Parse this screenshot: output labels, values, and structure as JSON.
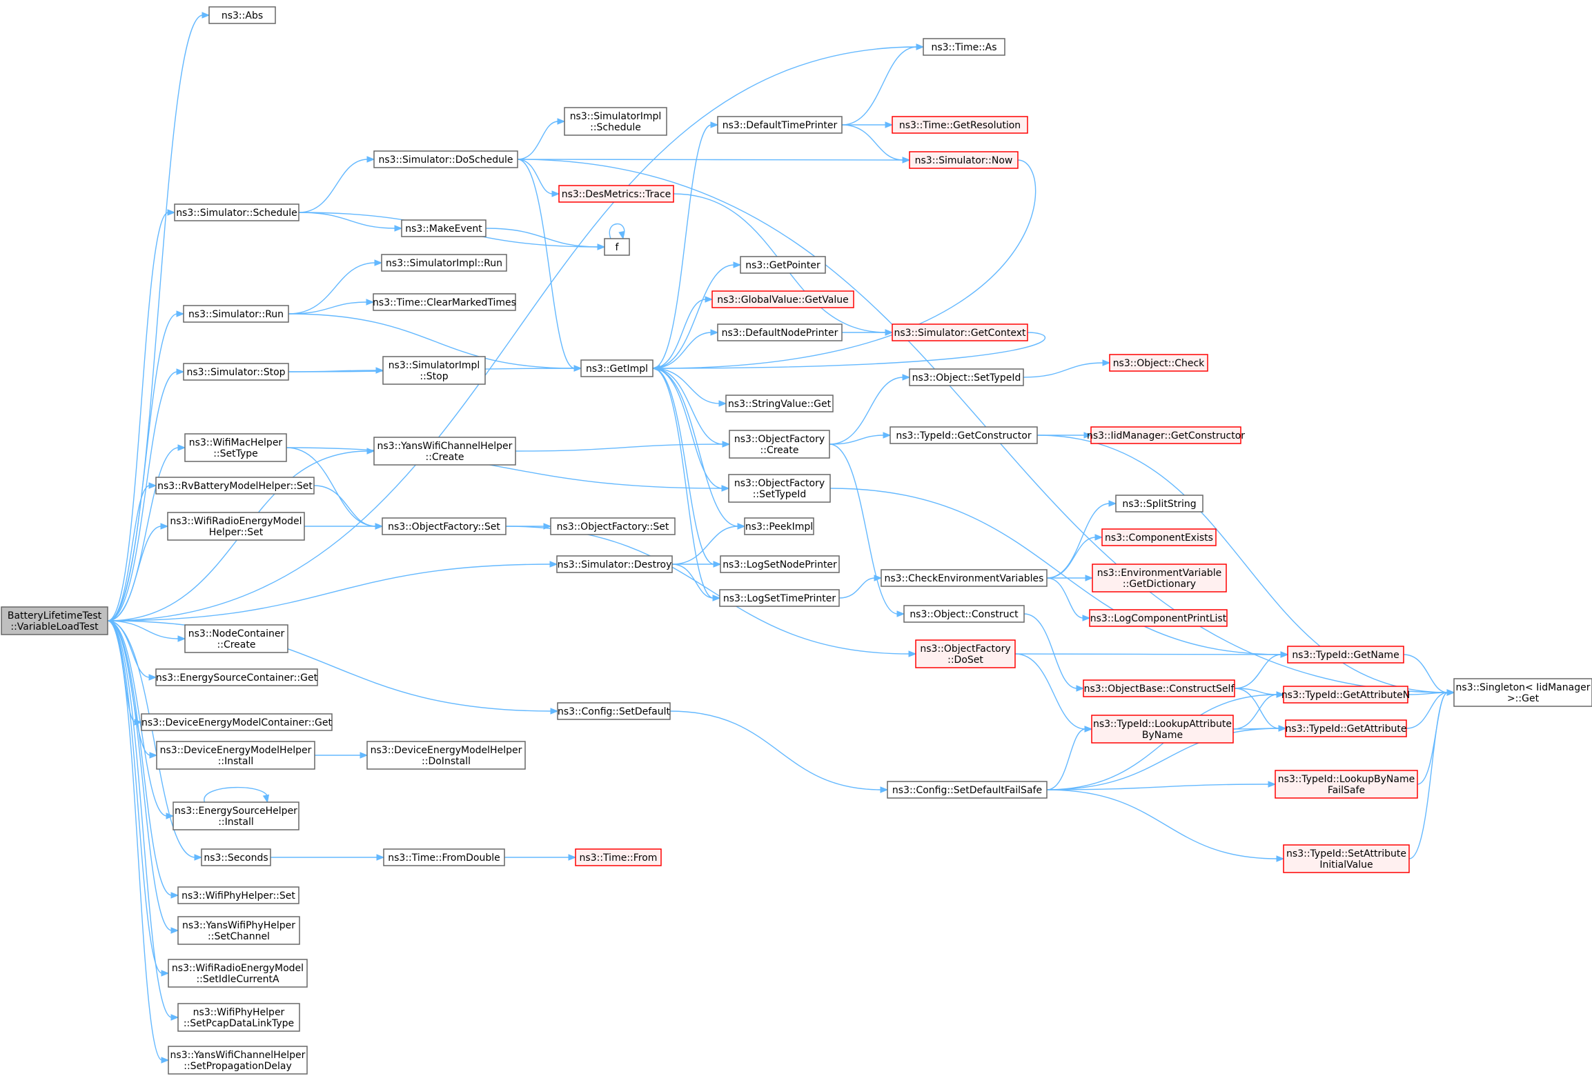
{
  "diagram": {
    "nodes": [
      {
        "id": "root",
        "lines": [
          "BatteryLifetimeTest",
          "::VariableLoadTest"
        ],
        "style": "gray"
      },
      {
        "id": "abs",
        "lines": [
          "ns3::Abs"
        ],
        "style": "plain"
      },
      {
        "id": "timeAs",
        "lines": [
          "ns3::Time::As"
        ],
        "style": "plain"
      },
      {
        "id": "singletonGet",
        "lines": [
          "ns3::Singleton< IidManager",
          ">::Get"
        ],
        "style": "plain"
      },
      {
        "id": "simDoSchedule",
        "lines": [
          "ns3::Simulator::DoSchedule"
        ],
        "style": "plain"
      },
      {
        "id": "simImplSchedule",
        "lines": [
          "ns3::SimulatorImpl",
          "::Schedule"
        ],
        "style": "plain"
      },
      {
        "id": "defaultTimePrinter",
        "lines": [
          "ns3::DefaultTimePrinter"
        ],
        "style": "plain"
      },
      {
        "id": "timeGetResolution",
        "lines": [
          "ns3::Time::GetResolution"
        ],
        "style": "red"
      },
      {
        "id": "simNow",
        "lines": [
          "ns3::Simulator::Now"
        ],
        "style": "red"
      },
      {
        "id": "desMetricsTrace",
        "lines": [
          "ns3::DesMetrics::Trace"
        ],
        "style": "red"
      },
      {
        "id": "simSchedule",
        "lines": [
          "ns3::Simulator::Schedule"
        ],
        "style": "plain"
      },
      {
        "id": "makeEvent",
        "lines": [
          "ns3::MakeEvent"
        ],
        "style": "plain"
      },
      {
        "id": "f",
        "lines": [
          "f"
        ],
        "style": "plain"
      },
      {
        "id": "simImplRun",
        "lines": [
          "ns3::SimulatorImpl::Run"
        ],
        "style": "plain"
      },
      {
        "id": "timeClearMarked",
        "lines": [
          "ns3::Time::ClearMarkedTimes"
        ],
        "style": "plain"
      },
      {
        "id": "simRun",
        "lines": [
          "ns3::Simulator::Run"
        ],
        "style": "plain"
      },
      {
        "id": "getPointer",
        "lines": [
          "ns3::GetPointer"
        ],
        "style": "plain"
      },
      {
        "id": "globalGetValue",
        "lines": [
          "ns3::GlobalValue::GetValue"
        ],
        "style": "red"
      },
      {
        "id": "defaultNodePrinter",
        "lines": [
          "ns3::DefaultNodePrinter"
        ],
        "style": "plain"
      },
      {
        "id": "simGetContext",
        "lines": [
          "ns3::Simulator::GetContext"
        ],
        "style": "red"
      },
      {
        "id": "simStop",
        "lines": [
          "ns3::Simulator::Stop"
        ],
        "style": "plain"
      },
      {
        "id": "simImplStop",
        "lines": [
          "ns3::SimulatorImpl",
          "::Stop"
        ],
        "style": "plain"
      },
      {
        "id": "getImpl",
        "lines": [
          "ns3::GetImpl"
        ],
        "style": "plain"
      },
      {
        "id": "objSetTypeId",
        "lines": [
          "ns3::Object::SetTypeId"
        ],
        "style": "plain"
      },
      {
        "id": "objCheck",
        "lines": [
          "ns3::Object::Check"
        ],
        "style": "red"
      },
      {
        "id": "stringValueGet",
        "lines": [
          "ns3::StringValue::Get"
        ],
        "style": "plain"
      },
      {
        "id": "wifiMacSetType",
        "lines": [
          "ns3::WifiMacHelper",
          "::SetType"
        ],
        "style": "plain"
      },
      {
        "id": "yansChanCreate",
        "lines": [
          "ns3::YansWifiChannelHelper",
          "::Create"
        ],
        "style": "plain"
      },
      {
        "id": "objFactoryCreate",
        "lines": [
          "ns3::ObjectFactory",
          "::Create"
        ],
        "style": "plain"
      },
      {
        "id": "typeIdGetCtor",
        "lines": [
          "ns3::TypeId::GetConstructor"
        ],
        "style": "plain"
      },
      {
        "id": "iidGetCtor",
        "lines": [
          "ns3::IidManager::GetConstructor"
        ],
        "style": "red"
      },
      {
        "id": "rvBatterySet",
        "lines": [
          "ns3::RvBatteryModelHelper::Set"
        ],
        "style": "plain"
      },
      {
        "id": "objFactorySetTypeId",
        "lines": [
          "ns3::ObjectFactory",
          "::SetTypeId"
        ],
        "style": "plain"
      },
      {
        "id": "splitString",
        "lines": [
          "ns3::SplitString"
        ],
        "style": "plain"
      },
      {
        "id": "wifiRadioSet",
        "lines": [
          "ns3::WifiRadioEnergyModel",
          "Helper::Set"
        ],
        "style": "plain"
      },
      {
        "id": "objFactorySet",
        "lines": [
          "ns3::ObjectFactory::Set"
        ],
        "style": "plain"
      },
      {
        "id": "objFactorySet2",
        "lines": [
          "ns3::ObjectFactory::Set"
        ],
        "style": "plain"
      },
      {
        "id": "peekImpl",
        "lines": [
          "ns3::PeekImpl"
        ],
        "style": "plain"
      },
      {
        "id": "componentExists",
        "lines": [
          "ns3::ComponentExists"
        ],
        "style": "red"
      },
      {
        "id": "simDestroy",
        "lines": [
          "ns3::Simulator::Destroy"
        ],
        "style": "plain"
      },
      {
        "id": "logSetNodePrinter",
        "lines": [
          "ns3::LogSetNodePrinter"
        ],
        "style": "plain"
      },
      {
        "id": "envGetDict",
        "lines": [
          "ns3::EnvironmentVariable",
          "::GetDictionary"
        ],
        "style": "red"
      },
      {
        "id": "checkEnvVars",
        "lines": [
          "ns3::CheckEnvironmentVariables"
        ],
        "style": "plain"
      },
      {
        "id": "logSetTimePrinter",
        "lines": [
          "ns3::LogSetTimePrinter"
        ],
        "style": "plain"
      },
      {
        "id": "logCompPrintList",
        "lines": [
          "ns3::LogComponentPrintList"
        ],
        "style": "red"
      },
      {
        "id": "objConstruct",
        "lines": [
          "ns3::Object::Construct"
        ],
        "style": "plain"
      },
      {
        "id": "nodeContCreate",
        "lines": [
          "ns3::NodeContainer",
          "::Create"
        ],
        "style": "plain"
      },
      {
        "id": "objFactoryDoSet",
        "lines": [
          "ns3::ObjectFactory",
          "::DoSet"
        ],
        "style": "red"
      },
      {
        "id": "typeIdGetName",
        "lines": [
          "ns3::TypeId::GetName"
        ],
        "style": "red"
      },
      {
        "id": "energySrcContGet",
        "lines": [
          "ns3::EnergySourceContainer::Get"
        ],
        "style": "plain"
      },
      {
        "id": "objBaseConstructSelf",
        "lines": [
          "ns3::ObjectBase::ConstructSelf"
        ],
        "style": "red"
      },
      {
        "id": "typeIdGetAttrN",
        "lines": [
          "ns3::TypeId::GetAttributeN"
        ],
        "style": "red"
      },
      {
        "id": "configSetDefault",
        "lines": [
          "ns3::Config::SetDefault"
        ],
        "style": "plain"
      },
      {
        "id": "devEnergyContGet",
        "lines": [
          "ns3::DeviceEnergyModelContainer::Get"
        ],
        "style": "plain"
      },
      {
        "id": "typeIdLookupAttr",
        "lines": [
          "ns3::TypeId::LookupAttribute",
          "ByName"
        ],
        "style": "red"
      },
      {
        "id": "typeIdGetAttr",
        "lines": [
          "ns3::TypeId::GetAttribute"
        ],
        "style": "red"
      },
      {
        "id": "devEnergyInstall",
        "lines": [
          "ns3::DeviceEnergyModelHelper",
          "::Install"
        ],
        "style": "plain"
      },
      {
        "id": "devEnergyDoInstall",
        "lines": [
          "ns3::DeviceEnergyModelHelper",
          "::DoInstall"
        ],
        "style": "plain"
      },
      {
        "id": "configSetDefaultFS",
        "lines": [
          "ns3::Config::SetDefaultFailSafe"
        ],
        "style": "plain"
      },
      {
        "id": "energySrcInstall",
        "lines": [
          "ns3::EnergySourceHelper",
          "::Install"
        ],
        "style": "plain"
      },
      {
        "id": "typeIdLookupByNameFS",
        "lines": [
          "ns3::TypeId::LookupByName",
          "FailSafe"
        ],
        "style": "red"
      },
      {
        "id": "seconds",
        "lines": [
          "ns3::Seconds"
        ],
        "style": "plain"
      },
      {
        "id": "timeFromDouble",
        "lines": [
          "ns3::Time::FromDouble"
        ],
        "style": "plain"
      },
      {
        "id": "timeFrom",
        "lines": [
          "ns3::Time::From"
        ],
        "style": "red"
      },
      {
        "id": "typeIdSetAttrInit",
        "lines": [
          "ns3::TypeId::SetAttribute",
          "InitialValue"
        ],
        "style": "red"
      },
      {
        "id": "wifiPhySet",
        "lines": [
          "ns3::WifiPhyHelper::Set"
        ],
        "style": "plain"
      },
      {
        "id": "yansPhySetChannel",
        "lines": [
          "ns3::YansWifiPhyHelper",
          "::SetChannel"
        ],
        "style": "plain"
      },
      {
        "id": "wifiRadioSetIdle",
        "lines": [
          "ns3::WifiRadioEnergyModel",
          "::SetIdleCurrentA"
        ],
        "style": "plain"
      },
      {
        "id": "wifiPhySetPcap",
        "lines": [
          "ns3::WifiPhyHelper",
          "::SetPcapDataLinkType"
        ],
        "style": "plain"
      },
      {
        "id": "yansChanSetProp",
        "lines": [
          "ns3::YansWifiChannelHelper",
          "::SetPropagationDelay"
        ],
        "style": "plain"
      }
    ],
    "edges": [
      [
        "root",
        "abs"
      ],
      [
        "root",
        "timeAs"
      ],
      [
        "root",
        "simSchedule"
      ],
      [
        "root",
        "simRun"
      ],
      [
        "root",
        "simStop"
      ],
      [
        "root",
        "yansChanCreate"
      ],
      [
        "root",
        "wifiMacSetType"
      ],
      [
        "root",
        "rvBatterySet"
      ],
      [
        "root",
        "wifiRadioSet"
      ],
      [
        "root",
        "simDestroy"
      ],
      [
        "root",
        "nodeContCreate"
      ],
      [
        "root",
        "energySrcContGet"
      ],
      [
        "root",
        "devEnergyContGet"
      ],
      [
        "root",
        "configSetDefault"
      ],
      [
        "root",
        "devEnergyInstall"
      ],
      [
        "root",
        "energySrcInstall"
      ],
      [
        "root",
        "seconds"
      ],
      [
        "root",
        "wifiPhySet"
      ],
      [
        "root",
        "yansPhySetChannel"
      ],
      [
        "root",
        "wifiRadioSetIdle"
      ],
      [
        "root",
        "wifiPhySetPcap"
      ],
      [
        "root",
        "yansChanSetProp"
      ],
      [
        "simSchedule",
        "simDoSchedule"
      ],
      [
        "simSchedule",
        "makeEvent"
      ],
      [
        "simSchedule",
        "f"
      ],
      [
        "simDoSchedule",
        "singletonGet"
      ],
      [
        "simDoSchedule",
        "simImplSchedule"
      ],
      [
        "simDoSchedule",
        "simNow"
      ],
      [
        "simDoSchedule",
        "desMetricsTrace"
      ],
      [
        "simDoSchedule",
        "getImpl"
      ],
      [
        "makeEvent",
        "f"
      ],
      [
        "f",
        "f"
      ],
      [
        "simRun",
        "simImplRun"
      ],
      [
        "simRun",
        "timeClearMarked"
      ],
      [
        "simRun",
        "getImpl"
      ],
      [
        "simStop",
        "simImplStop"
      ],
      [
        "simStop",
        "getImpl"
      ],
      [
        "defaultTimePrinter",
        "timeAs"
      ],
      [
        "defaultTimePrinter",
        "timeGetResolution"
      ],
      [
        "defaultTimePrinter",
        "simNow"
      ],
      [
        "desMetricsTrace",
        "simGetContext"
      ],
      [
        "simNow",
        "getImpl"
      ],
      [
        "simGetContext",
        "getImpl"
      ],
      [
        "getImpl",
        "defaultTimePrinter"
      ],
      [
        "getImpl",
        "getPointer"
      ],
      [
        "getImpl",
        "globalGetValue"
      ],
      [
        "getImpl",
        "defaultNodePrinter"
      ],
      [
        "getImpl",
        "stringValueGet"
      ],
      [
        "getImpl",
        "objFactoryCreate"
      ],
      [
        "getImpl",
        "objFactorySetTypeId"
      ],
      [
        "getImpl",
        "peekImpl"
      ],
      [
        "getImpl",
        "logSetNodePrinter"
      ],
      [
        "getImpl",
        "logSetTimePrinter"
      ],
      [
        "defaultNodePrinter",
        "simGetContext"
      ],
      [
        "objSetTypeId",
        "objCheck"
      ],
      [
        "wifiMacSetType",
        "objFactorySet"
      ],
      [
        "wifiMacSetType",
        "objFactorySetTypeId"
      ],
      [
        "yansChanCreate",
        "objFactoryCreate"
      ],
      [
        "objFactoryCreate",
        "objSetTypeId"
      ],
      [
        "objFactoryCreate",
        "typeIdGetCtor"
      ],
      [
        "objFactoryCreate",
        "objConstruct"
      ],
      [
        "typeIdGetCtor",
        "iidGetCtor"
      ],
      [
        "typeIdGetCtor",
        "singletonGet"
      ],
      [
        "rvBatterySet",
        "objFactorySet"
      ],
      [
        "wifiRadioSet",
        "objFactorySet"
      ],
      [
        "objFactorySetTypeId",
        "typeIdGetName"
      ],
      [
        "objFactorySet",
        "objFactorySet2"
      ],
      [
        "objFactorySet",
        "objFactoryDoSet"
      ],
      [
        "simDestroy",
        "peekImpl"
      ],
      [
        "simDestroy",
        "logSetNodePrinter"
      ],
      [
        "simDestroy",
        "logSetTimePrinter"
      ],
      [
        "logSetTimePrinter",
        "checkEnvVars"
      ],
      [
        "checkEnvVars",
        "splitString"
      ],
      [
        "checkEnvVars",
        "componentExists"
      ],
      [
        "checkEnvVars",
        "envGetDict"
      ],
      [
        "checkEnvVars",
        "logCompPrintList"
      ],
      [
        "objConstruct",
        "objBaseConstructSelf"
      ],
      [
        "objFactoryDoSet",
        "typeIdGetName"
      ],
      [
        "objFactoryDoSet",
        "typeIdLookupAttr"
      ],
      [
        "typeIdGetName",
        "singletonGet"
      ],
      [
        "objBaseConstructSelf",
        "typeIdGetName"
      ],
      [
        "objBaseConstructSelf",
        "typeIdGetAttrN"
      ],
      [
        "objBaseConstructSelf",
        "typeIdGetAttr"
      ],
      [
        "typeIdGetAttrN",
        "singletonGet"
      ],
      [
        "typeIdGetAttr",
        "singletonGet"
      ],
      [
        "configSetDefault",
        "configSetDefaultFS"
      ],
      [
        "typeIdLookupAttr",
        "typeIdGetAttrN"
      ],
      [
        "typeIdLookupAttr",
        "typeIdGetAttr"
      ],
      [
        "devEnergyInstall",
        "devEnergyDoInstall"
      ],
      [
        "configSetDefaultFS",
        "typeIdLookupAttr"
      ],
      [
        "configSetDefaultFS",
        "typeIdGetAttrN"
      ],
      [
        "configSetDefaultFS",
        "typeIdGetAttr"
      ],
      [
        "configSetDefaultFS",
        "typeIdLookupByNameFS"
      ],
      [
        "configSetDefaultFS",
        "typeIdSetAttrInit"
      ],
      [
        "energySrcInstall",
        "energySrcInstall"
      ],
      [
        "typeIdLookupByNameFS",
        "singletonGet"
      ],
      [
        "typeIdSetAttrInit",
        "singletonGet"
      ],
      [
        "seconds",
        "timeFromDouble"
      ],
      [
        "timeFromDouble",
        "timeFrom"
      ]
    ]
  }
}
